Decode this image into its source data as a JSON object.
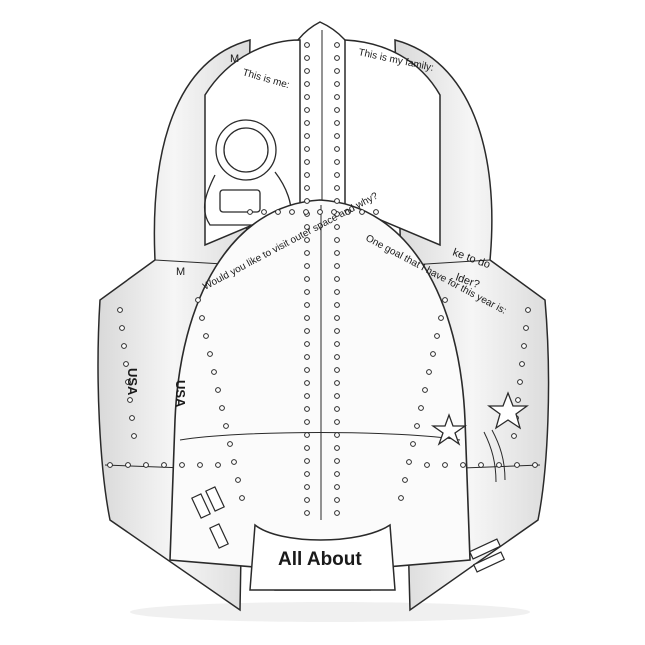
{
  "rocket": {
    "labels": {
      "this_is_me": "This is me:",
      "this_is_my_family": "This is my family:",
      "outer_space": "Would you like to visit outer space and why?",
      "goal": "One goal that I have for this year is:",
      "like_to_do": "ke to do",
      "older": "lder?",
      "usa_left": "USA",
      "usa_right": "USA",
      "title": "All About",
      "fragment_m1": "M",
      "fragment_m2": "M"
    },
    "colors": {
      "paper": "#ffffff",
      "shade": "#e6e6e6",
      "line": "#2a2a2a"
    },
    "icons": [
      "astronaut-drawing",
      "star-icon",
      "star-icon"
    ]
  }
}
